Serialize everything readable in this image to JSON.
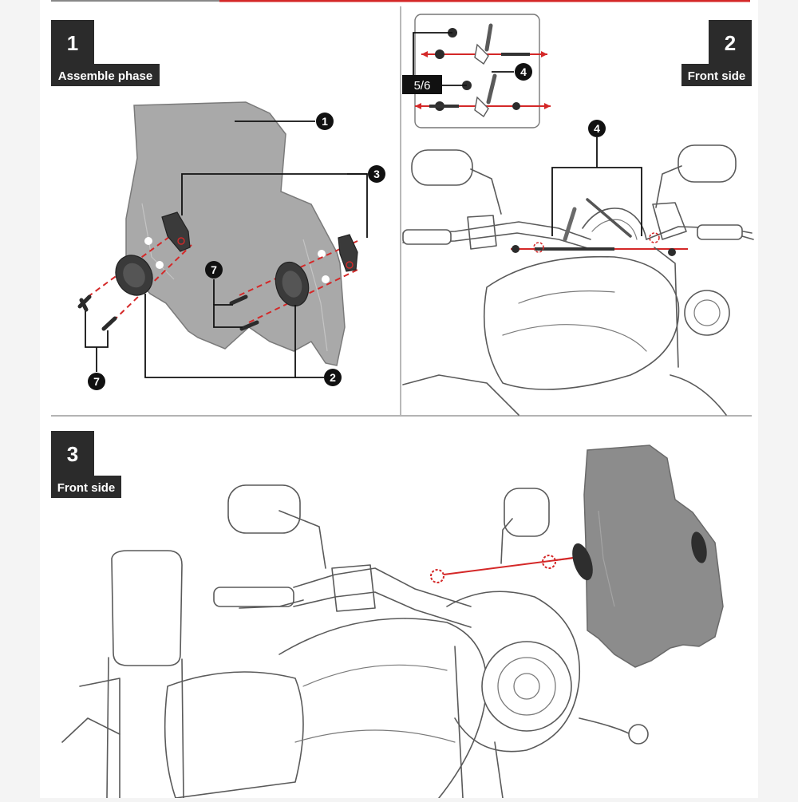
{
  "step1": {
    "number": "1",
    "caption": "Assemble phase"
  },
  "step2": {
    "number": "2",
    "caption": "Front side"
  },
  "step3": {
    "number": "3",
    "caption": "Front side"
  },
  "callouts": {
    "windscreen": "1",
    "mount_plate": "2",
    "mount_bracket": "3",
    "handlebar_clamp": "4",
    "spacers": "5/6",
    "bolts": "7"
  },
  "colors": {
    "label_box": "#2b2b2b",
    "accent_red": "#d42828",
    "screen_tint": "#a9a9a9",
    "line_art": "#5a5a5a"
  }
}
